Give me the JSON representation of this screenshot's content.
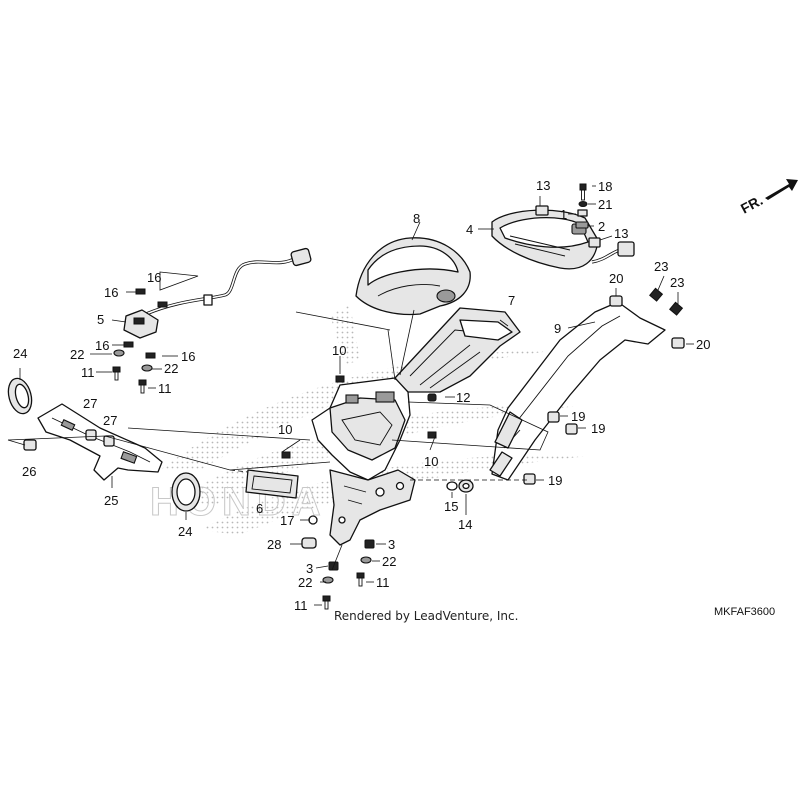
{
  "diagram": {
    "callouts": [
      {
        "id": "c13a",
        "text": "13"
      },
      {
        "id": "c18",
        "text": "18"
      },
      {
        "id": "c21",
        "text": "21"
      },
      {
        "id": "c1",
        "text": "1"
      },
      {
        "id": "c2",
        "text": "2"
      },
      {
        "id": "c13b",
        "text": "13"
      },
      {
        "id": "c4",
        "text": "4"
      },
      {
        "id": "c8",
        "text": "8"
      },
      {
        "id": "c16a",
        "text": "16"
      },
      {
        "id": "c16b",
        "text": "16"
      },
      {
        "id": "c5",
        "text": "5"
      },
      {
        "id": "c16c",
        "text": "16"
      },
      {
        "id": "c16d",
        "text": "16"
      },
      {
        "id": "c22a",
        "text": "22"
      },
      {
        "id": "c22b",
        "text": "22"
      },
      {
        "id": "c11a",
        "text": "11"
      },
      {
        "id": "c11b",
        "text": "11"
      },
      {
        "id": "c24a",
        "text": "24"
      },
      {
        "id": "c27a",
        "text": "27"
      },
      {
        "id": "c27b",
        "text": "27"
      },
      {
        "id": "c26",
        "text": "26"
      },
      {
        "id": "c25",
        "text": "25"
      },
      {
        "id": "c24b",
        "text": "24"
      },
      {
        "id": "c10a",
        "text": "10"
      },
      {
        "id": "c10b",
        "text": "10"
      },
      {
        "id": "c10c",
        "text": "10"
      },
      {
        "id": "c7",
        "text": "7"
      },
      {
        "id": "c12",
        "text": "12"
      },
      {
        "id": "c6",
        "text": "6"
      },
      {
        "id": "c17",
        "text": "17"
      },
      {
        "id": "c28",
        "text": "28"
      },
      {
        "id": "c3a",
        "text": "3"
      },
      {
        "id": "c3b",
        "text": "3"
      },
      {
        "id": "c22c",
        "text": "22"
      },
      {
        "id": "c22d",
        "text": "22"
      },
      {
        "id": "c11c",
        "text": "11"
      },
      {
        "id": "c11d",
        "text": "11"
      },
      {
        "id": "c15",
        "text": "15"
      },
      {
        "id": "c14",
        "text": "14"
      },
      {
        "id": "c9",
        "text": "9"
      },
      {
        "id": "c20a",
        "text": "20"
      },
      {
        "id": "c20b",
        "text": "20"
      },
      {
        "id": "c23a",
        "text": "23"
      },
      {
        "id": "c23b",
        "text": "23"
      },
      {
        "id": "c19a",
        "text": "19"
      },
      {
        "id": "c19b",
        "text": "19"
      },
      {
        "id": "c19c",
        "text": "19"
      }
    ],
    "front_indicator": "FR.",
    "credit": "Rendered by LeadVenture, Inc.",
    "diagram_code": "MKFAF3600",
    "watermark_color": "#b8b8b8",
    "line_color": "#111111"
  }
}
